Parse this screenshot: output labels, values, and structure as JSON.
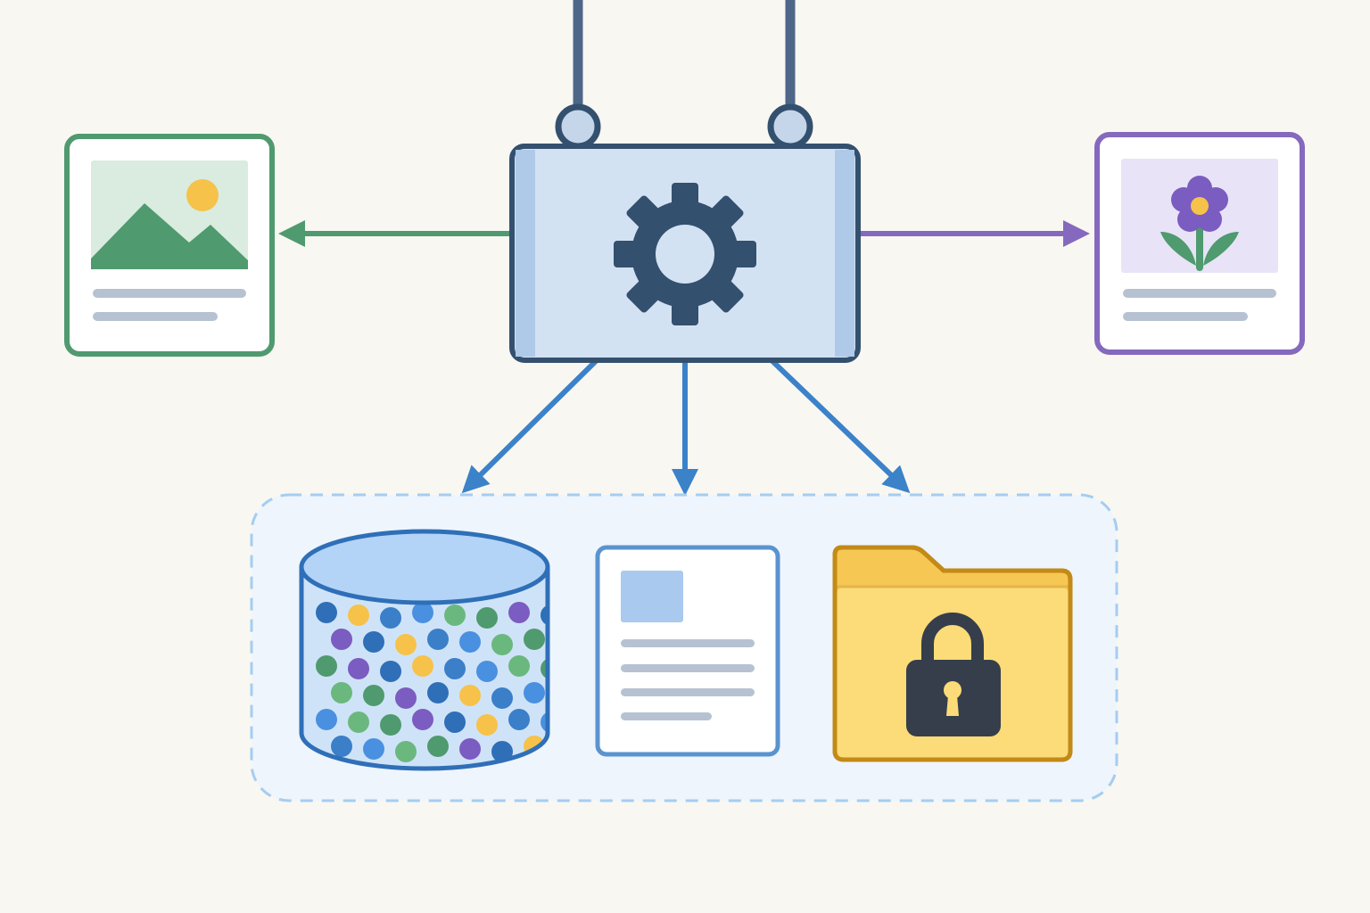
{
  "diagram": {
    "kind": "image-processing-hub",
    "labels": [],
    "hub": {
      "icon": "gear-icon"
    },
    "inputs": [
      {
        "name": "input-cable-left"
      },
      {
        "name": "input-cable-right"
      }
    ],
    "outputs": [
      {
        "name": "image-card",
        "icon": "landscape-icon",
        "side": "left"
      },
      {
        "name": "flower-card",
        "icon": "flower-icon",
        "side": "right"
      }
    ],
    "storage_group": {
      "items": [
        {
          "name": "database",
          "icon": "database-icon"
        },
        {
          "name": "document",
          "icon": "document-icon"
        },
        {
          "name": "locked-folder",
          "icon": "locked-folder-icon"
        }
      ]
    }
  },
  "colors": {
    "background": "#f9f7f2",
    "hub_fill": "#d3e2f3",
    "hub_side": "#afc9e8",
    "hub_border": "#34506f",
    "cable": "#4e6788",
    "gear": "#33506e",
    "green": "#4f9a6e",
    "green_light": "#d9ecdf",
    "purple": "#8569be",
    "purple_light": "#e8e3f7",
    "blue_arrow": "#3b82c9",
    "group_dash": "#a5cdf0",
    "group_fill": "#eef5fc",
    "folder_fill": "#fcdc78",
    "folder_border": "#c38a17",
    "lock": "#363e4b",
    "sun": "#f6c24a",
    "text_line": "#b6c2d2"
  }
}
